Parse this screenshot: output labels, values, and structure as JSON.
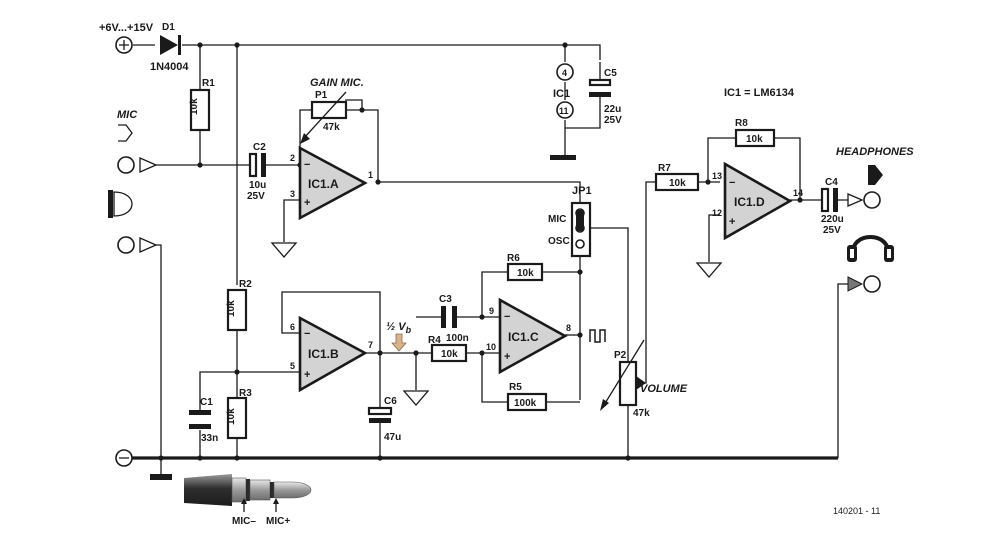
{
  "supply": {
    "voltage": "+6V...+15V"
  },
  "diode": {
    "ref": "D1",
    "part": "1N4004"
  },
  "ic": {
    "ref": "IC1",
    "pin_v": "4",
    "pin_g": "11",
    "part_note": "IC1 = LM6134"
  },
  "opamps": {
    "a": {
      "label": "IC1.A",
      "pin_inv": "2",
      "pin_noninv": "3",
      "pin_out": "1"
    },
    "b": {
      "label": "IC1.B",
      "pin_inv": "6",
      "pin_noninv": "5",
      "pin_out": "7"
    },
    "c": {
      "label": "IC1.C",
      "pin_inv": "9",
      "pin_noninv": "10",
      "pin_out": "8"
    },
    "d": {
      "label": "IC1.D",
      "pin_inv": "13",
      "pin_noninv": "12",
      "pin_out": "14"
    }
  },
  "sign": {
    "minus": "−",
    "plus": "+"
  },
  "resistors": {
    "r1": {
      "ref": "R1",
      "value": "10k"
    },
    "r2": {
      "ref": "R2",
      "value": "10k"
    },
    "r3": {
      "ref": "R3",
      "value": "10k"
    },
    "r4": {
      "ref": "R4",
      "value": "10k"
    },
    "r5": {
      "ref": "R5",
      "value": "100k"
    },
    "r6": {
      "ref": "R6",
      "value": "10k"
    },
    "r7": {
      "ref": "R7",
      "value": "10k"
    },
    "r8": {
      "ref": "R8",
      "value": "10k"
    }
  },
  "pots": {
    "p1": {
      "ref": "P1",
      "value": "47k",
      "caption": "GAIN MIC."
    },
    "p2": {
      "ref": "P2",
      "value": "47k",
      "caption": "VOLUME"
    }
  },
  "capacitors": {
    "c1": {
      "ref": "C1",
      "value": "33n"
    },
    "c2": {
      "ref": "C2",
      "value": "10u",
      "rating": "25V"
    },
    "c3": {
      "ref": "C3",
      "value": "100n"
    },
    "c4": {
      "ref": "C4",
      "value": "220u",
      "rating": "25V"
    },
    "c5": {
      "ref": "C5",
      "value": "22u",
      "rating": "25V"
    },
    "c6": {
      "ref": "C6",
      "value": "47u"
    }
  },
  "jumper": {
    "ref": "JP1",
    "mic": "MIC",
    "osc": "OSC"
  },
  "labels": {
    "mic": "MIC",
    "headphones": "HEADPHONES",
    "half_vb": "½ V",
    "vb_sub": "b",
    "mic_minus": "MIC–",
    "mic_plus": "MIC+",
    "figure_code": "140201 - 11"
  },
  "colors": {
    "opamp_fill": "#d3d3d3",
    "half_vb_arrow": "#d9b48a",
    "ink": "#1a1a1a"
  }
}
